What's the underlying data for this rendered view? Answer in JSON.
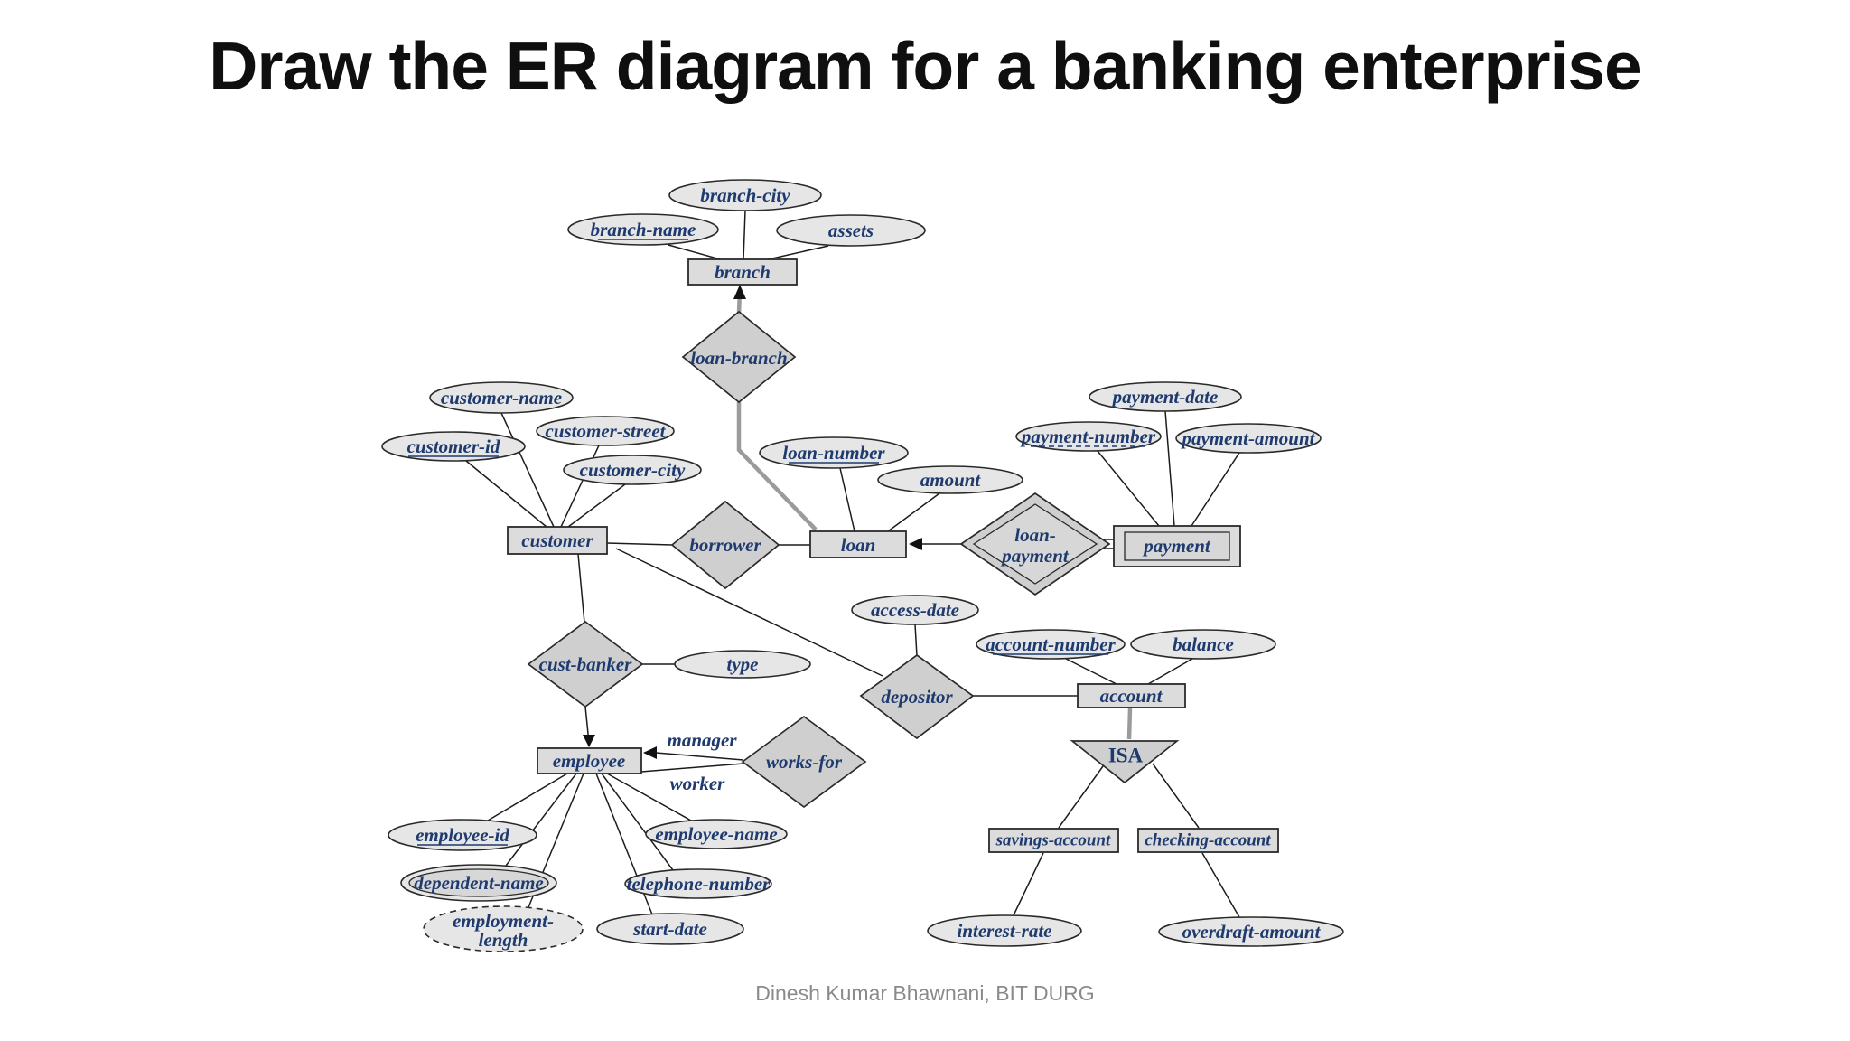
{
  "title": "Draw the ER diagram for a banking enterprise",
  "footer": "Dinesh Kumar Bhawnani, BIT DURG",
  "colors": {
    "background": "#ffffff",
    "title_text": "#0f0f0f",
    "footer_text": "#8a8a8a",
    "diagram_text": "#1e3a6e",
    "ellipse_fill": "#e6e6e6",
    "diamond_fill": "#cfcfcf",
    "rect_fill": "#dcdcdc",
    "shape_border": "#2a2a2a"
  },
  "diagram": {
    "entities": {
      "branch": "branch",
      "customer": "customer",
      "loan": "loan",
      "payment": "payment",
      "employee": "employee",
      "account": "account",
      "savings_account": "savings-account",
      "checking_account": "checking-account"
    },
    "relationships": {
      "loan_branch": "loan-branch",
      "borrower": "borrower",
      "loan_payment_line1": "loan-",
      "loan_payment_line2": "payment",
      "cust_banker": "cust-banker",
      "depositor": "depositor",
      "works_for": "works-for"
    },
    "attributes": {
      "branch_city": "branch-city",
      "branch_name": "branch-name",
      "assets": "assets",
      "customer_name": "customer-name",
      "customer_street": "customer-street",
      "customer_id": "customer-id",
      "customer_city": "customer-city",
      "loan_number": "loan-number",
      "amount": "amount",
      "payment_date": "payment-date",
      "payment_number": "payment-number",
      "payment_amount": "payment-amount",
      "access_date": "access-date",
      "account_number": "account-number",
      "balance": "balance",
      "type": "type",
      "employee_id": "employee-id",
      "dependent_name": "dependent-name",
      "employment_length_line1": "employment-",
      "employment_length_line2": "length",
      "employee_name": "employee-name",
      "telephone_number": "telephone-number",
      "start_date": "start-date",
      "interest_rate": "interest-rate",
      "overdraft_amount": "overdraft-amount"
    },
    "role_labels": {
      "manager": "manager",
      "worker": "worker"
    },
    "isa_label": "ISA"
  }
}
